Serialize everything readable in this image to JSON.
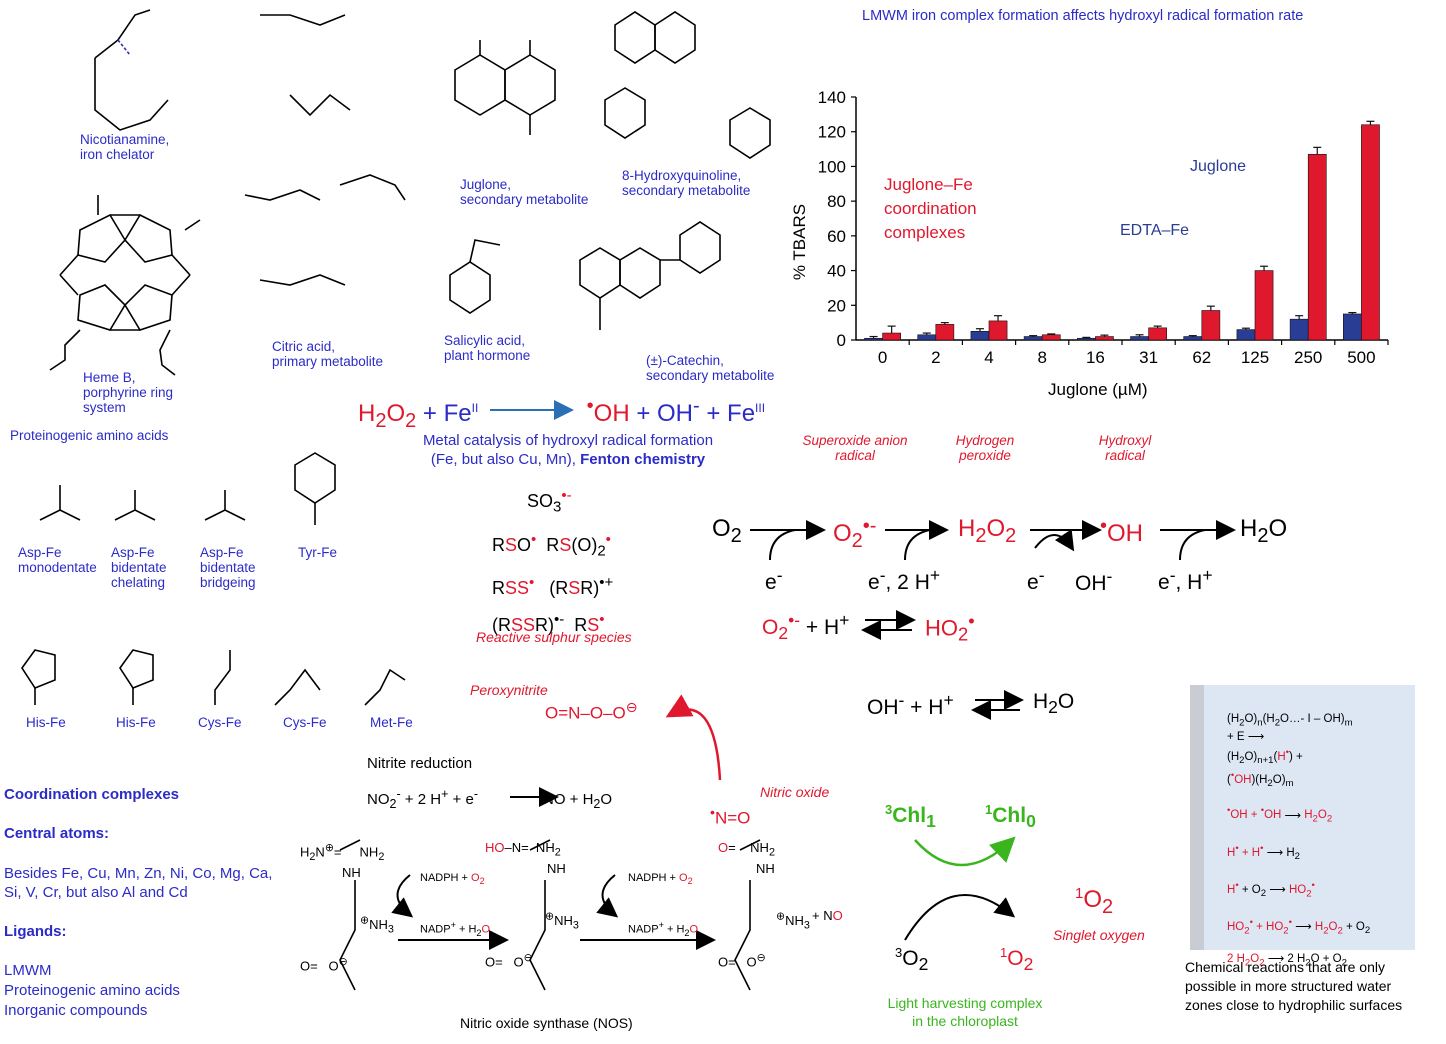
{
  "chart_data": {
    "type": "bar",
    "title": "LMWM iron complex formation affects hydroxyl radical formation rate",
    "xlabel": "Juglone (µM)",
    "ylabel": "% TBARS",
    "ylim": [
      0,
      140
    ],
    "yticks": [
      0,
      20,
      40,
      60,
      80,
      100,
      120,
      140
    ],
    "categories": [
      "0",
      "2",
      "4",
      "8",
      "16",
      "31",
      "62",
      "125",
      "250",
      "500"
    ],
    "series": [
      {
        "color": "#2a3d94",
        "values": [
          1,
          3,
          5,
          2,
          1,
          2,
          2,
          6,
          12,
          15
        ],
        "errors": [
          1,
          1,
          1.5,
          0.5,
          0.5,
          1,
          0.5,
          0.8,
          2,
          0.8
        ]
      },
      {
        "color": "#e0182d",
        "values": [
          4,
          9,
          11,
          3,
          2,
          7,
          17,
          40,
          107,
          124
        ],
        "errors": [
          4,
          1,
          3,
          0.5,
          0.8,
          1,
          2.5,
          2.5,
          4,
          2
        ]
      }
    ],
    "annotations": {
      "juglone_fe": [
        "Juglone–Fe",
        "coordination",
        "complexes"
      ],
      "edta_fe": "EDTA–Fe",
      "juglone": "Juglone"
    }
  },
  "left": {
    "nicotianamine": [
      "Nicotianamine,",
      "iron chelator"
    ],
    "heme": [
      "Heme B,",
      "porphyrine ring",
      "system"
    ],
    "citric": [
      "Citric acid,",
      "primary metabolite"
    ],
    "juglone": [
      "Juglone,",
      "secondary metabolite"
    ],
    "hydroxyquinoline": [
      "8-Hydroxyquinoline,",
      "secondary metabolite"
    ],
    "salicylic": [
      "Salicylic acid,",
      "plant hormone"
    ],
    "catechin": [
      "(±)-Catechin,",
      "secondary metabolite"
    ],
    "amino_title": "Proteinogenic amino acids",
    "asp_mono": [
      "Asp-Fe",
      "monodentate"
    ],
    "asp_chel": [
      "Asp-Fe",
      "bidentate",
      "chelating"
    ],
    "asp_bridge": [
      "Asp-Fe",
      "bidentate",
      "bridgeing"
    ],
    "tyr": "Tyr-Fe",
    "his1": "His-Fe",
    "his2": "His-Fe",
    "cys1": "Cys-Fe",
    "cys2": "Cys-Fe",
    "met": "Met-Fe",
    "coord_title": "Coordination complexes",
    "central_title": "Central atoms:",
    "central_text": [
      "Besides Fe, Cu, Mn, Zn, Ni, Co, Mg, Ca,",
      "Si, V, Cr, but also Al and Cd"
    ],
    "ligands_title": "Ligands:",
    "ligands": [
      "LMWM",
      "Proteinogenic amino acids",
      "Inorganic compounds"
    ]
  },
  "fenton": {
    "desc": [
      "Metal catalysis of hydroxyl radical formation",
      "(Fe, but also Cu, Mn), "
    ],
    "desc_bold": "Fenton chemistry"
  },
  "ros": {
    "superoxide": [
      "Superoxide anion",
      "radical"
    ],
    "peroxide": [
      "Hydrogen",
      "peroxide"
    ],
    "hydroxyl": [
      "Hydroxyl",
      "radical"
    ],
    "sulphur": "Reactive sulphur species",
    "peroxynitrite": "Peroxynitrite",
    "nitrite_title": "Nitrite reduction",
    "nitric_oxide": "Nitric oxide",
    "singlet": "Singlet oxygen",
    "chloroplast": [
      "Light harvesting complex",
      "in the chloroplast"
    ],
    "nos": "Nitric oxide synthase (NOS)",
    "nadph": "NADPH + ",
    "nadp": "NADP",
    "water_caption": [
      "Chemical reactions that are only",
      "possible in more structured water",
      "zones close to hydrophilic surfaces"
    ]
  }
}
